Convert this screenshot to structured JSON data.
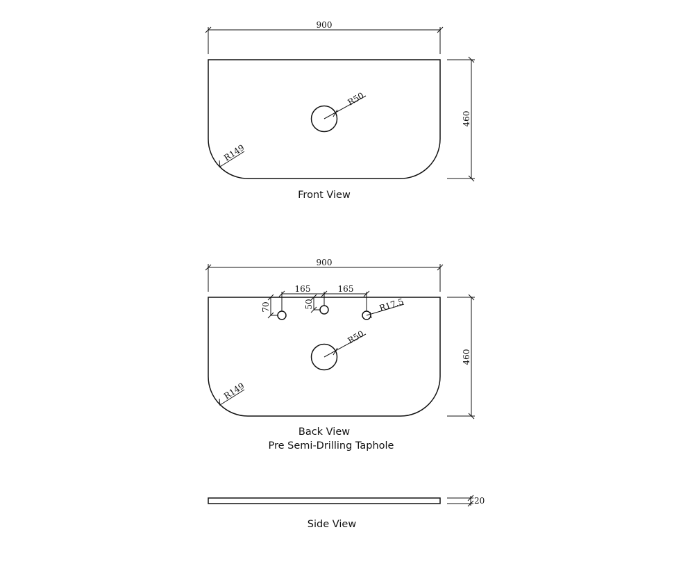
{
  "front_view": {
    "width_dim": "900",
    "height_dim": "460",
    "hole_radius": "R50",
    "corner_radius": "R149",
    "caption": "Front View"
  },
  "back_view": {
    "width_dim": "900",
    "height_dim": "460",
    "spacing_left": "165",
    "spacing_right": "165",
    "offset_left": "70",
    "offset_center": "50",
    "taphole_radius": "R17.5",
    "hole_radius": "R50",
    "corner_radius": "R149",
    "caption_line1": "Back View",
    "caption_line2": "Pre Semi-Drilling Taphole"
  },
  "side_view": {
    "thickness_dim": "20",
    "caption": "Side View"
  }
}
